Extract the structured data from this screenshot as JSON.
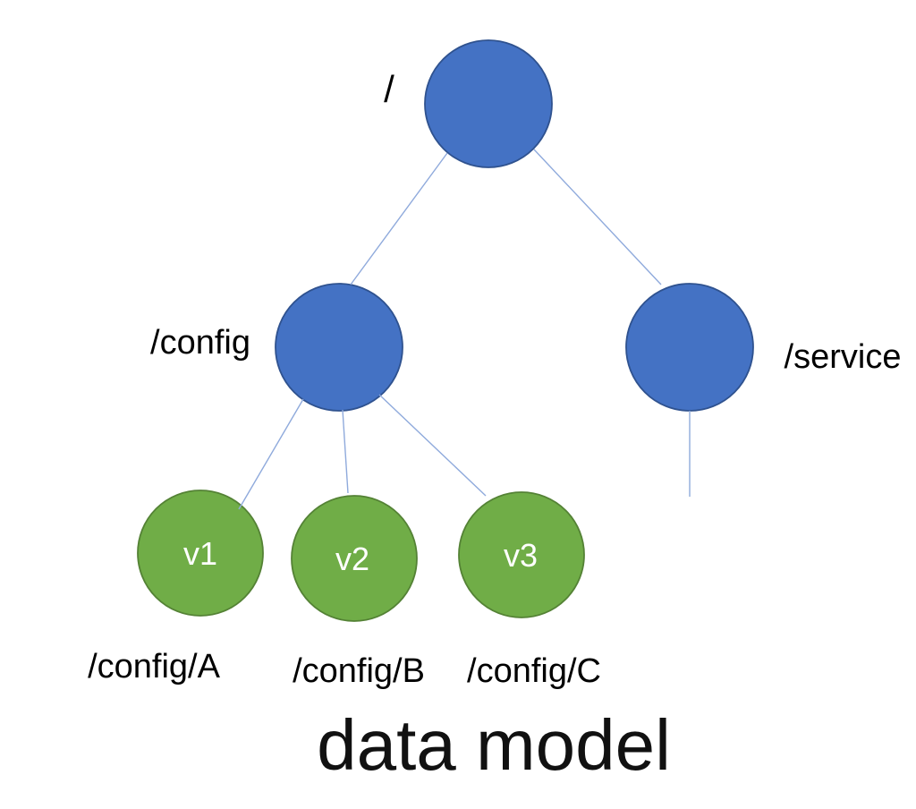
{
  "title": {
    "text": "data model"
  },
  "colors": {
    "node_fill_blue": "#4472C4",
    "node_stroke_blue": "#2F528F",
    "node_fill_green": "#70AD47",
    "node_stroke_green": "#548235",
    "connector": "#8FAADC",
    "path_label_text": "#000000",
    "value_label_text": "#FFFFFF"
  },
  "tree": {
    "root": {
      "label": "/"
    },
    "config": {
      "label": "/config"
    },
    "service": {
      "label": "/service"
    },
    "config_children": [
      {
        "value": "v1",
        "path": "/config/A"
      },
      {
        "value": "v2",
        "path": "/config/B"
      },
      {
        "value": "v3",
        "path": "/config/C"
      }
    ]
  }
}
